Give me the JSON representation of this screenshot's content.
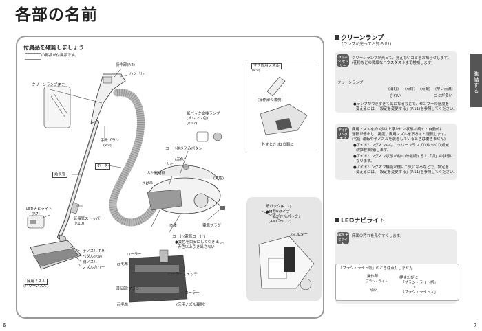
{
  "page": {
    "title": "各部の名前",
    "side_tab": "準備する",
    "page_left": "6",
    "page_right": "7"
  },
  "left": {
    "heading": "付属品を確認しましょう",
    "legend": "の部品が付属品です。",
    "labels": {
      "control": "操作部",
      "control_ref": "(P.8)",
      "handle": "ハンドル",
      "clean_lamp": "クリーンランプ",
      "clean_lamp_ref": "(P.7)",
      "hand_brush": "手元ブラシ",
      "hand_brush_ref": "(P.9)",
      "hose": "ホース",
      "cord_button": "コード巻き込みボタン",
      "lid": "ふた",
      "red": "(赤色)",
      "lid_button": "ふた開閉部",
      "grip": "さげ手",
      "yellow": "(黄色)",
      "bag_lamp": "紙パック交換ランプ",
      "bag_lamp_color": "(オレンジ色)",
      "bag_lamp_ref": "(P.12)",
      "extension": "延長管",
      "led_navi": "LEDナビライト",
      "led_navi_ref": "(P.7)",
      "ext_stopper": "延長管ストッパー",
      "ext_stopper_ref": "(P.10)",
      "body": "本体",
      "plug": "電源プラグ",
      "cord": "コード(電源コード)",
      "cord_note1": "●黄色を目安にして引き出し、",
      "cord_note2": "赤色以上引き出さない",
      "nozzle": "子ノズル",
      "nozzle_ref": "(P.9)",
      "pedal": "ペダル",
      "pedal_ref": "(P.9)",
      "parent_nozzle": "親ノズル",
      "nozzle_cover": "ノズルカバー",
      "floor_nozzle": "床用ノズル",
      "power_nozzle": "(パワーノズル)",
      "roller1": "ローラー",
      "roller2": "ローラー",
      "roller_switch": "ローラースイッチ",
      "brush_roll": "回転部(ブラシ)",
      "intake1": "起毛布",
      "intake2": "起毛布",
      "nozzle_back": "(床用ノズル裏側)",
      "gap_nozzle": "すき間用ノズル",
      "gap_nozzle_ref": "(P.9)",
      "brush_back": "(操作部の裏側)",
      "remove_note": "外すときは2の順に",
      "bag": "紙パック",
      "bag_ref": "(P.12)",
      "bag_type": "●M型Vタイプ",
      "bag_name": "「逃がさんパック」",
      "bag_model": "(AMC-HC12)",
      "filter": "フィルター"
    }
  },
  "right": {
    "clean_lamp": {
      "heading": "クリーンランプ",
      "sub": "(ランプが光ってお知らせ!)",
      "badge": "クリーン センサー",
      "desc1": "クリーンランプが光って、見えないゴミをお知らせします。",
      "desc2": "(花粉などの微細なハウスダストまで検知します)",
      "lamp_label": "クリーンランプ",
      "states": [
        "(消灯)",
        "(点灯)",
        "(点滅)",
        "(早い点滅)"
      ],
      "clean": "きれい",
      "dirty": "ゴミが多い",
      "note1": "●ランプがつきすぎて気になるなどで、センサーの感度を",
      "note2": "変えるには、「設定を変更する」(P.11)を参照してください。"
    },
    "idling": {
      "badge": "アイドリング オフ",
      "desc1": "床用ノズルを約3秒以上浮かせた状態が続くと自動的に",
      "desc2": "運転が停止し、再度、床用ノズルを下ろすと運転します。",
      "desc3": "(「強」運転や子ノズルを装着しているときは働きません)",
      "b1a": "●アイドリングオフ中は、クリーンランプが゙ゆっくり点滅",
      "b1b": "(約3秒間隔)します。",
      "b2a": "●アイドリングオフ状態が約10分継続すると「切」の状態に",
      "b2b": "なります。",
      "b3a": "●アイドリングオフ機能が働いて気になるなどで、設定を",
      "b3b": "変えるには、「設定を変更する」(P.11)を参照してください。"
    },
    "led": {
      "heading": "LEDナビライト",
      "badge": "LED ナビライト",
      "desc": "床面の汚れを見やすくします。",
      "switch_title": "「ブラシ・ライト切」のときは点灯しません",
      "col1": "操作部",
      "col1_sub": "ブラシ・ライト",
      "col1_btn": "切/入",
      "col2": "押すたびに",
      "col2_a": "「ブラシ・ライト切」",
      "col2_arrow": "⇕",
      "col2_b": "「ブラシ・ライト入」"
    }
  }
}
